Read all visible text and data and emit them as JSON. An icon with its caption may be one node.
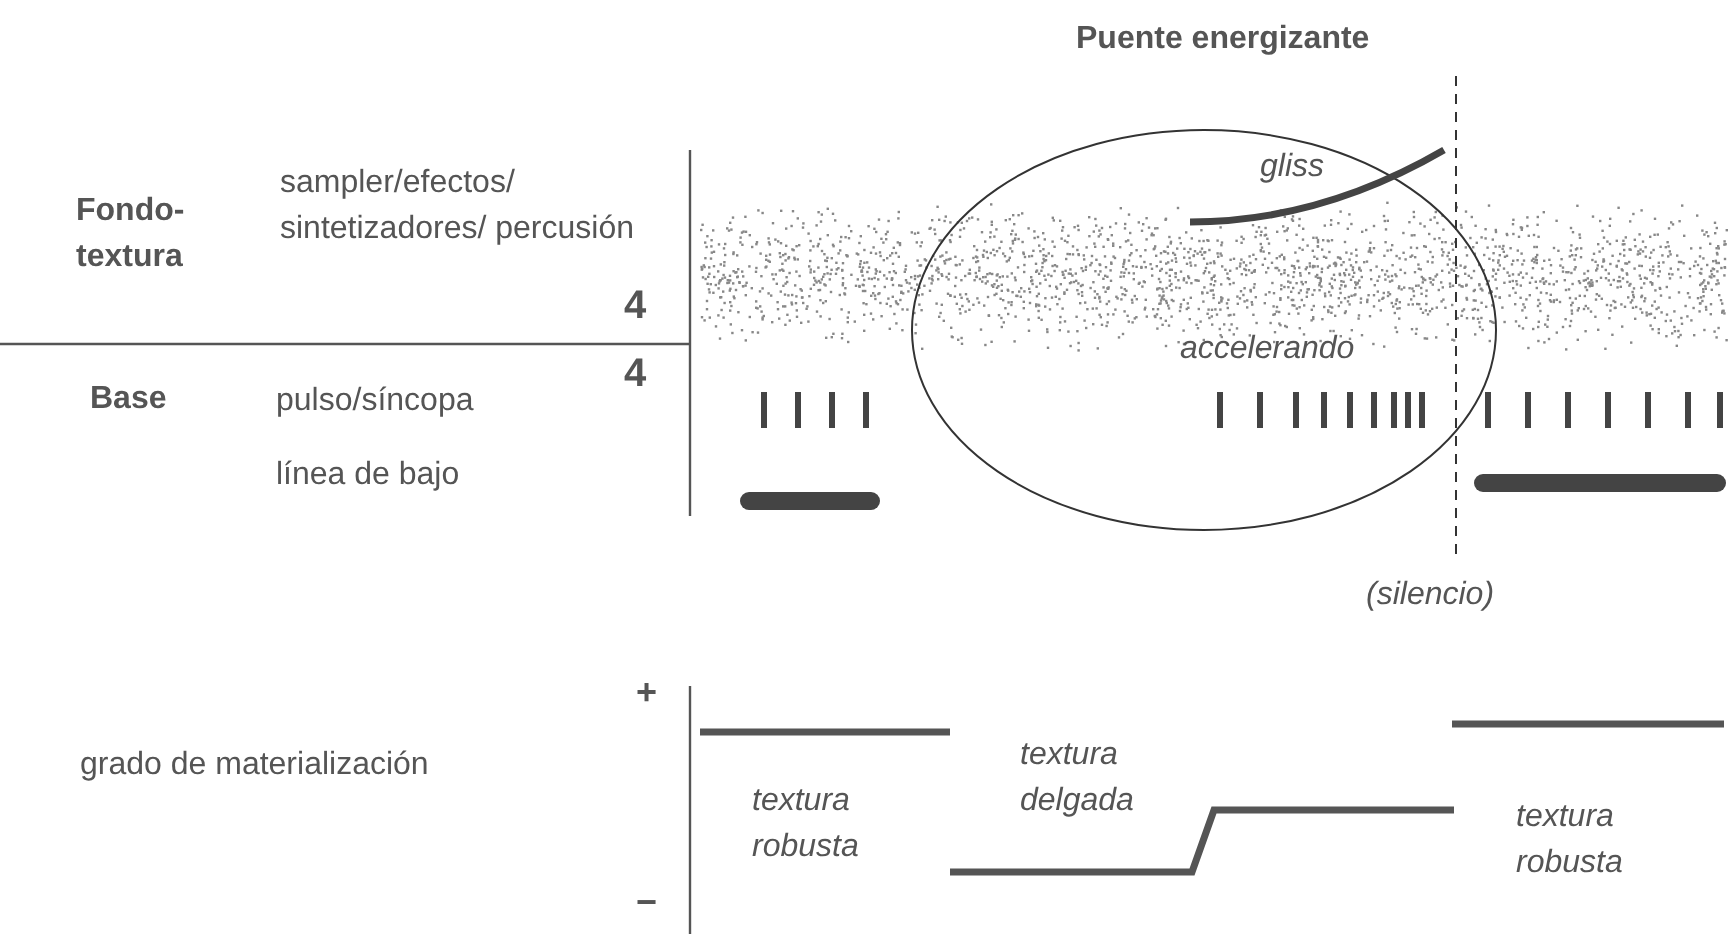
{
  "diagram": {
    "labels": [
      "Puente energizante",
      "gliss",
      "Fondo-textura",
      "sampler/efectos/ sintetizadores/ percusión",
      "4",
      "4",
      "accelerando",
      "Base",
      "pulso/síncopa",
      "línea de bajo",
      "(silencio)",
      "+",
      "grado de materialización",
      "textura delgada",
      "textura robusta",
      "textura robusta",
      "−"
    ]
  }
}
